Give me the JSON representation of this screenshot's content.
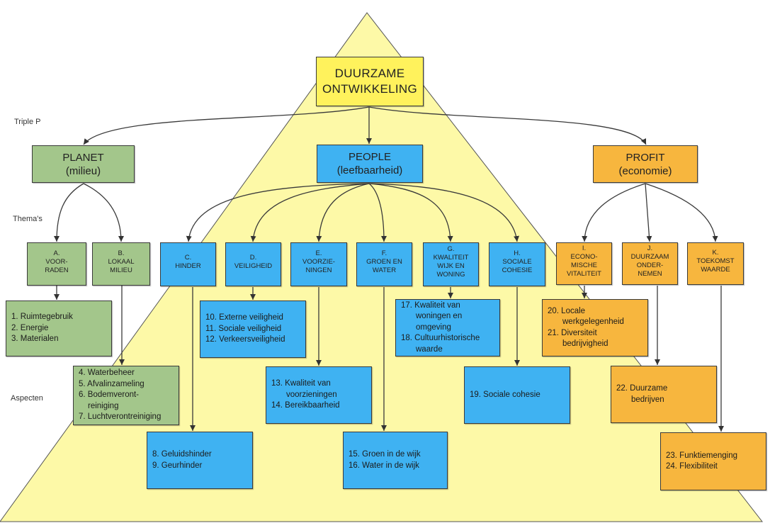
{
  "colors": {
    "planet": "#a3c68b",
    "people": "#3fb2f2",
    "profit": "#f7b63e",
    "top": "#fff25c",
    "triangle": "#fdf9a7"
  },
  "top": {
    "lines": [
      "DUURZAME",
      "ONTWIKKELING"
    ]
  },
  "labels": {
    "triple_p": "Triple P",
    "themas": "Thema's",
    "aspecten": "Aspecten"
  },
  "pillars": [
    {
      "title": "PLANET",
      "subtitle": "(milieu)"
    },
    {
      "title": "PEOPLE",
      "subtitle": "(leefbaarheid)"
    },
    {
      "title": "PROFIT",
      "subtitle": "(economie)"
    }
  ],
  "themes": [
    {
      "letter": "A.",
      "lines": [
        "VOOR-",
        "RADEN"
      ]
    },
    {
      "letter": "B.",
      "lines": [
        "LOKAAL",
        "MILIEU"
      ]
    },
    {
      "letter": "C.",
      "lines": [
        "HINDER"
      ]
    },
    {
      "letter": "D.",
      "lines": [
        "VEILIGHEID"
      ]
    },
    {
      "letter": "E.",
      "lines": [
        "VOORZIE-",
        "NINGEN"
      ]
    },
    {
      "letter": "F.",
      "lines": [
        "GROEN EN",
        "WATER"
      ]
    },
    {
      "letter": "G.",
      "lines": [
        "KWALITEIT",
        "WIJK EN",
        "WONING"
      ]
    },
    {
      "letter": "H.",
      "lines": [
        "SOCIALE",
        "COHESIE"
      ]
    },
    {
      "letter": "I.",
      "lines": [
        "ECONO-",
        "MISCHE",
        "VITALITEIT"
      ]
    },
    {
      "letter": "J.",
      "lines": [
        "DUURZAAM",
        "ONDER-",
        "NEMEN"
      ]
    },
    {
      "letter": "K.",
      "lines": [
        "TOEKOMST",
        "WAARDE"
      ]
    }
  ],
  "aspects": [
    {
      "lines": [
        "1. Ruimtegebruik",
        "2. Energie",
        "3. Materialen"
      ]
    },
    {
      "lines": [
        "4. Waterbeheer",
        "5. Afvalinzameling",
        "6. Bodemveront-",
        "reiniging",
        "7. Luchtverontreiniging"
      ]
    },
    {
      "lines": [
        "8. Geluidshinder",
        "9. Geurhinder"
      ]
    },
    {
      "lines": [
        "10. Externe veiligheid",
        "11. Sociale veiligheid",
        "12. Verkeersveiligheid"
      ]
    },
    {
      "lines": [
        "13. Kwaliteit van",
        "voorzieningen",
        "14. Bereikbaarheid"
      ]
    },
    {
      "lines": [
        "15. Groen in de wijk",
        "16. Water in de wijk"
      ]
    },
    {
      "lines": [
        "17. Kwaliteit van",
        "woningen en",
        "omgeving",
        "18. Cultuurhistorische",
        "waarde"
      ]
    },
    {
      "lines": [
        "19. Sociale cohesie"
      ]
    },
    {
      "lines": [
        "20. Locale",
        "werkgelegenheid",
        "21. Diversiteit",
        "bedrijvigheid"
      ]
    },
    {
      "lines": [
        "22. Duurzame",
        "bedrijven"
      ]
    },
    {
      "lines": [
        "23. Funktiemenging",
        "24. Flexibiliteit"
      ]
    }
  ]
}
